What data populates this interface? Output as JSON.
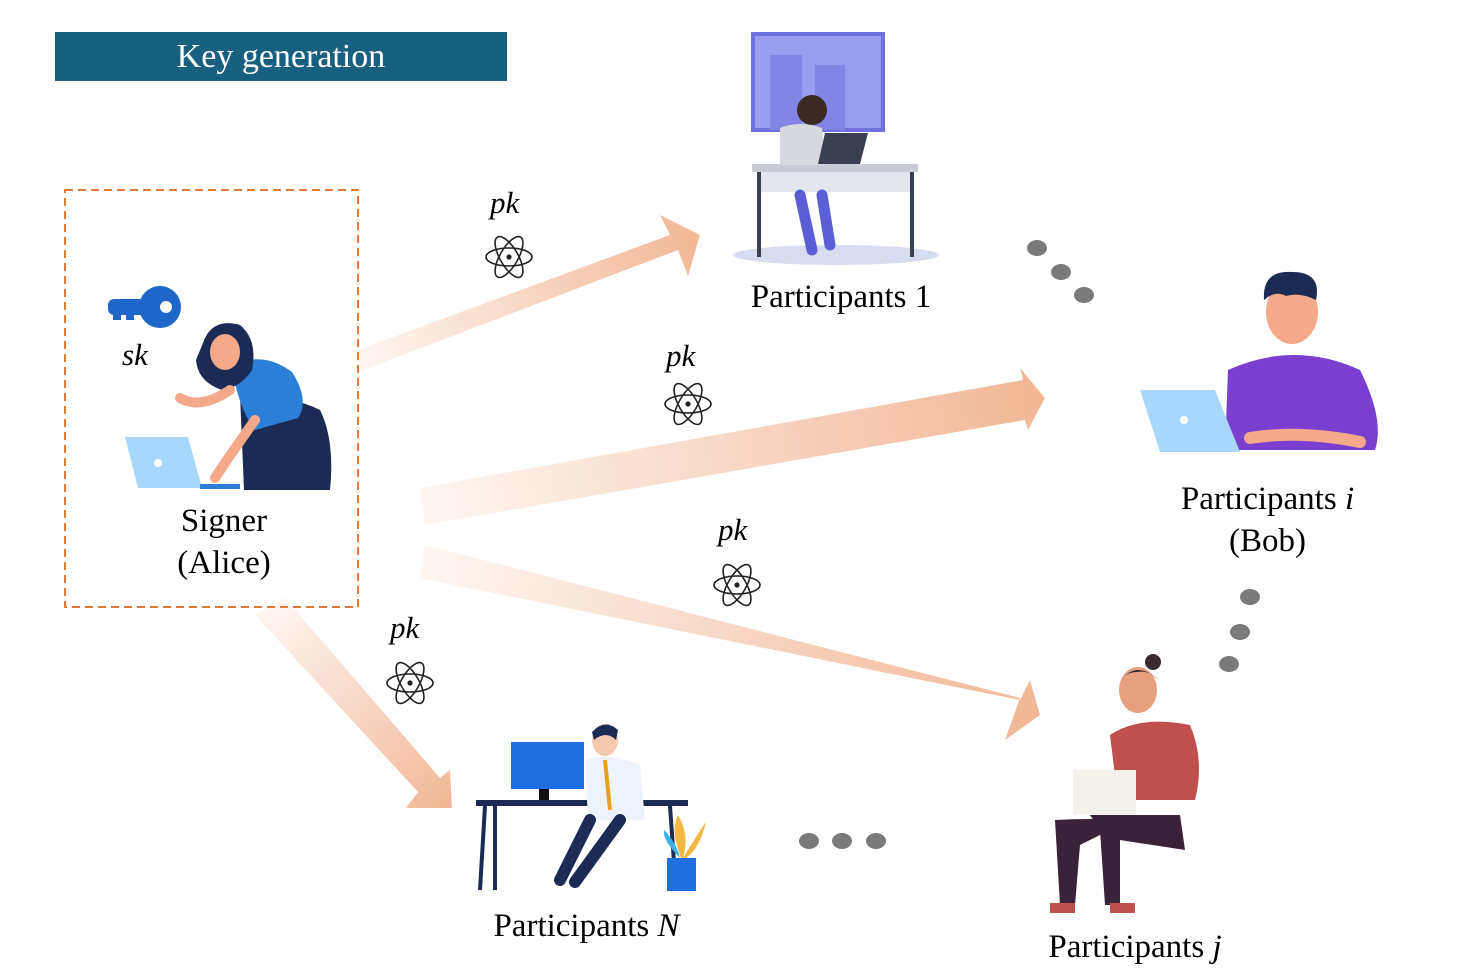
{
  "title": "Key generation",
  "signer": {
    "line1": "Signer",
    "line2": "(Alice)",
    "secret_key_label": "sk"
  },
  "public_key_label": "pk",
  "participants": {
    "p1": {
      "text": "Participants 1"
    },
    "pi": {
      "text": "Participants ",
      "var": "i",
      "line2": "(Bob)"
    },
    "pj": {
      "text": "Participants ",
      "var": "j"
    },
    "pN": {
      "text": "Participants ",
      "var": "N"
    }
  },
  "colors": {
    "title_bg": "#17607f",
    "arrow": "#f2b796",
    "signer_box_border": "#e07a3a",
    "key": "#1f66c9",
    "ellipsis_dots": "#7a7a7a"
  },
  "icons": [
    "key-icon",
    "atom-icon",
    "signer-illustration",
    "participant-illustration"
  ]
}
